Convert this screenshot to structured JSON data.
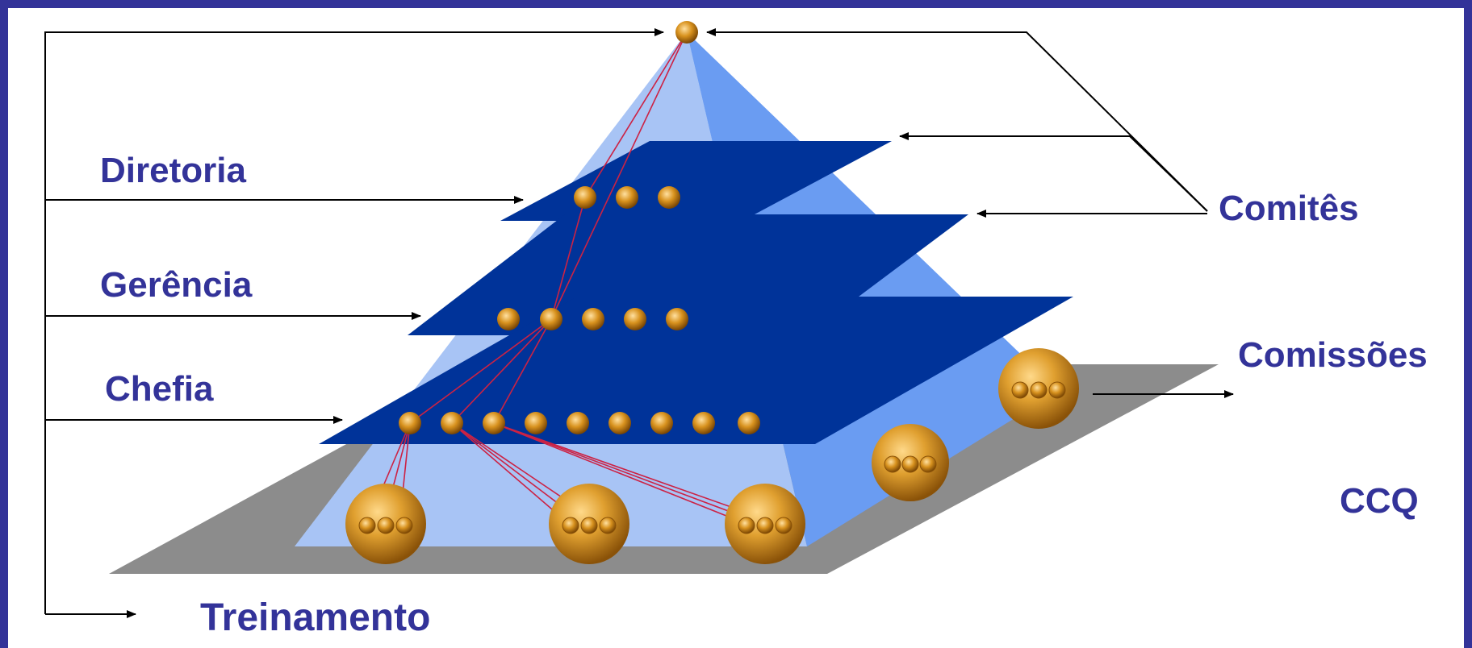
{
  "labels": {
    "diretoria": "Diretoria",
    "gerencia": "Gerência",
    "chefia": "Chefia",
    "treinamento": "Treinamento",
    "comites": "Comitês",
    "comissoes": "Comissões",
    "ccq": "CCQ"
  },
  "colors": {
    "border": "#333399",
    "label": "#333399",
    "pyramid_light": "#a8c4f5",
    "pyramid_dark": "#6a9cf2",
    "plane": "#003399",
    "base": "#8c8c8c",
    "sphere": "#cc8a1a",
    "link_line": "#cc2244",
    "arrow": "#000000"
  }
}
